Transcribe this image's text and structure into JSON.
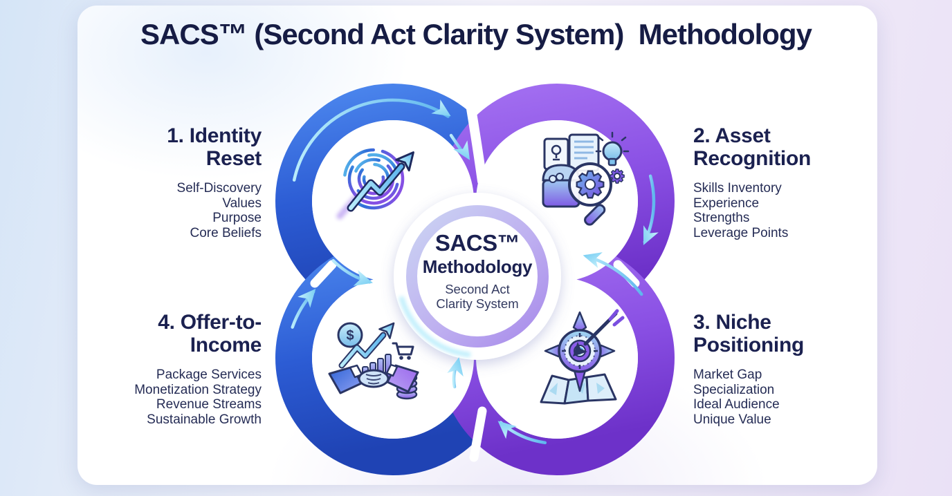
{
  "title": "SACS™ (Second Act Clarity System)  Methodology",
  "center": {
    "heading_line1": "SACS™",
    "heading_line2": "Methodology",
    "subtitle_line1": "Second Act",
    "subtitle_line2": "Clarity System"
  },
  "quadrants": [
    {
      "id": "identity-reset",
      "heading_line1": "1. Identity",
      "heading_line2": "Reset",
      "items": [
        "Self-Discovery",
        "Values",
        "Purpose",
        "Core Beliefs"
      ],
      "icon": "fingerprint-growth-icon",
      "ring_color": "#2d5bd2"
    },
    {
      "id": "asset-recognition",
      "heading_line1": "2. Asset",
      "heading_line2": "Recognition",
      "items": [
        "Skills Inventory",
        "Experience",
        "Strengths",
        "Leverage Points"
      ],
      "icon": "treasure-discovery-icon",
      "ring_color": "#8a52e6"
    },
    {
      "id": "niche-positioning",
      "heading_line1": "3. Niche",
      "heading_line2": "Positioning",
      "items": [
        "Market Gap",
        "Specialization",
        "Ideal Audience",
        "Unique Value"
      ],
      "icon": "compass-target-map-icon",
      "ring_color": "#8a52e6"
    },
    {
      "id": "offer-to-income",
      "heading_line1": "4. Offer-to-",
      "heading_line2": "Income",
      "items": [
        "Package Services",
        "Monetization Strategy",
        "Revenue Streams",
        "Sustainable Growth"
      ],
      "icon": "handshake-income-icon",
      "ring_color": "#2d5bd2"
    }
  ],
  "colors": {
    "background_left": "#d5e5f7",
    "background_right": "#eae1f6",
    "card": "#ffffff",
    "title_text": "#161c44",
    "heading_text": "#1b2150",
    "body_text": "#252c55",
    "ring_blue": "#2d5bd2",
    "ring_purple": "#8a52e6",
    "arrow_cyan": "#8fdcf8",
    "badge_ring": "#b49bee"
  }
}
